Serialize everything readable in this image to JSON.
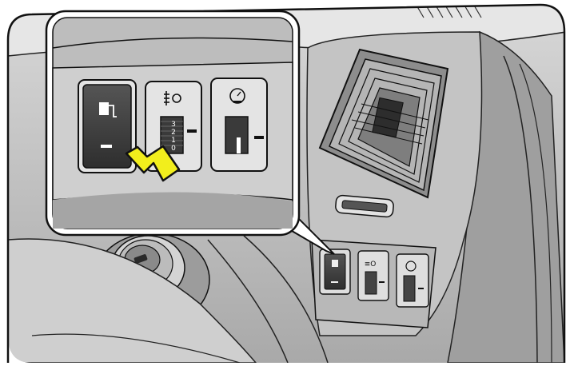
{
  "illustration": {
    "callout": {
      "leveling_dial": {
        "scale": [
          "3",
          "2",
          "1",
          "0"
        ]
      }
    },
    "icons": {
      "fuel_door": "fuel-pump-icon",
      "headlamp_leveling": "headlamp-leveling-icon",
      "dimmer": "dimmer-gauge-icon"
    },
    "colors": {
      "arrow_fill": "#f2ee1c",
      "panel_dark": "#3a3a3a",
      "outline": "#111111"
    }
  }
}
